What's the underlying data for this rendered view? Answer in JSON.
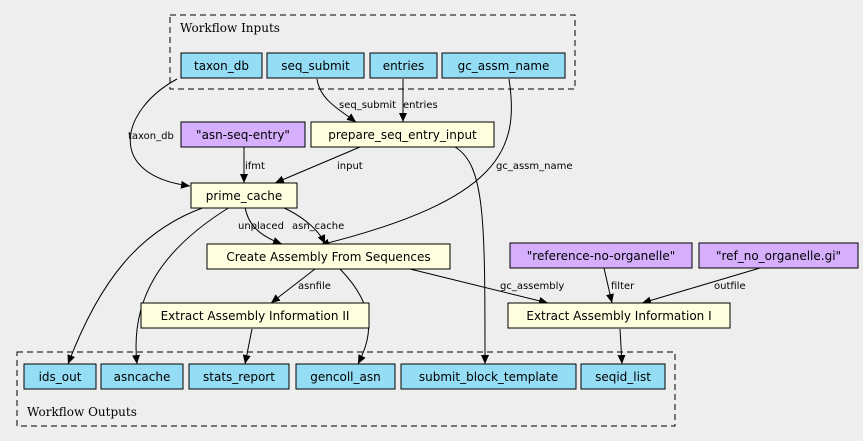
{
  "colors": {
    "background": "#eeeeee",
    "io_node": "#94ddf4",
    "step_node": "#ffffe0",
    "constant_node": "#d5aefc"
  },
  "clusters": {
    "inputs": "Workflow Inputs",
    "outputs": "Workflow Outputs"
  },
  "inputs": {
    "taxon_db": "taxon_db",
    "seq_submit": "seq_submit",
    "entries": "entries",
    "gc_assm_name": "gc_assm_name"
  },
  "constants": {
    "asn_seq_entry": "\"asn-seq-entry\"",
    "reference_no_organelle": "\"reference-no-organelle\"",
    "ref_no_organelle_gi": "\"ref_no_organelle.gi\""
  },
  "steps": {
    "prepare_seq_entry_input": "prepare_seq_entry_input",
    "prime_cache": "prime_cache",
    "create_assembly": "Create Assembly From Sequences",
    "extract_info_ii": "Extract Assembly Information II",
    "extract_info_i": "Extract Assembly Information I"
  },
  "outputs": {
    "ids_out": "ids_out",
    "asncache": "asncache",
    "stats_report": "stats_report",
    "gencoll_asn": "gencoll_asn",
    "submit_block_template": "submit_block_template",
    "seqid_list": "seqid_list"
  },
  "edge_labels": {
    "taxon_db": "taxon_db",
    "seq_submit": "seq_submit",
    "entries": "entries",
    "gc_assm_name": "gc_assm_name",
    "ifmt": "ifmt",
    "input": "input",
    "unplaced": "unplaced",
    "asn_cache": "asn_cache",
    "asnfile": "asnfile",
    "gc_assembly": "gc_assembly",
    "filter": "filter",
    "outfile": "outfile"
  }
}
